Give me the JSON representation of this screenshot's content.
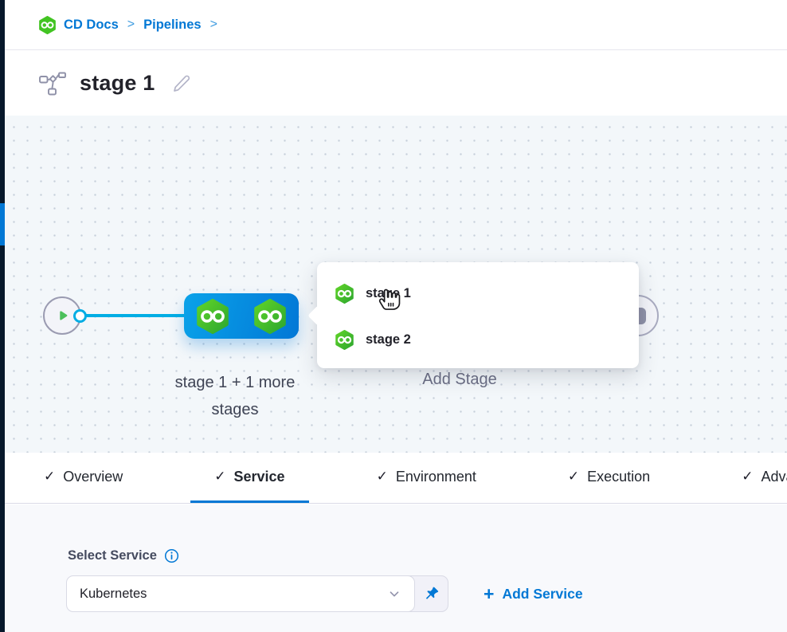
{
  "glyphs": {
    "check": "✓",
    "breadcrumb_separator": ">",
    "plus": "+"
  },
  "breadcrumb": {
    "items": [
      "CD Docs",
      "Pipelines"
    ]
  },
  "header": {
    "title": "stage 1"
  },
  "canvas": {
    "stage_group_label": "stage 1 + 1 more stages",
    "add_stage_label": "Add Stage",
    "stage_menu": {
      "items": [
        {
          "label": "stage 1"
        },
        {
          "label": "stage 2"
        }
      ]
    }
  },
  "tabs": [
    {
      "label": "Overview",
      "active": false
    },
    {
      "label": "Service",
      "active": true
    },
    {
      "label": "Environment",
      "active": false
    },
    {
      "label": "Execution",
      "active": false
    },
    {
      "label": "Advanced",
      "active": false
    }
  ],
  "service_panel": {
    "label": "Select Service",
    "service_select_value": "Kubernetes",
    "add_service_label": "Add Service"
  },
  "colors": {
    "accent_blue": "#0278d5",
    "connector_cyan": "#00ade4",
    "node_blue_start": "#0aa2e9",
    "node_blue_end": "#0277d6",
    "harness_green": "#42c422",
    "rail_dark": "#07182b",
    "canvas_bg": "#f3f7fa"
  }
}
